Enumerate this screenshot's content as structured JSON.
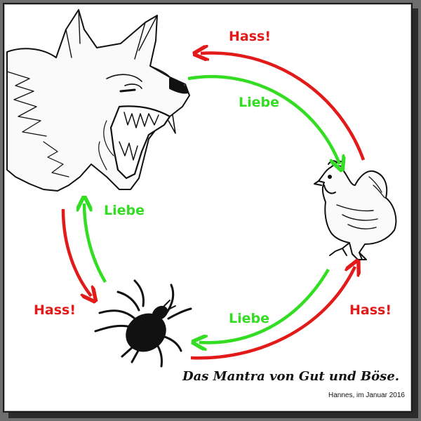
{
  "labels": {
    "hass": "Hass!",
    "liebe": "Liebe"
  },
  "title": "Das Mantra von Gut und Böse.",
  "credit": "Hannes, im Januar 2016",
  "icons": [
    "wolf-head-icon",
    "chicken-icon",
    "tick-icon"
  ],
  "colors": {
    "hass": "#e21a1a",
    "liebe": "#33dd22",
    "ink": "#111111"
  }
}
